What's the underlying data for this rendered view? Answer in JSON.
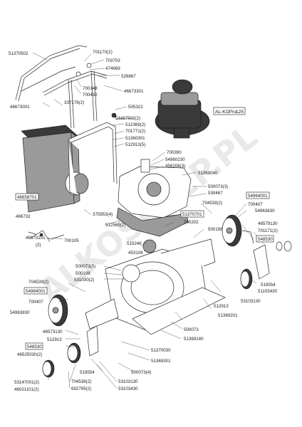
{
  "watermark": "ALKOSKLEP.PL",
  "engine_label": "AL-KOPro",
  "engine_label_suffix": "125",
  "labels": [
    "51370502",
    "701170(2)",
    "703703",
    "474669",
    "526867",
    "700148",
    "700432",
    "46673301",
    "337176(2)",
    "46673001",
    "505322",
    "54467502(2)",
    "512369(2)",
    "701771(2)",
    "51360301",
    "512913(5)",
    "700390",
    "54960230",
    "456208(3)",
    "51369040",
    "500073(3)",
    "530467",
    "46658701",
    "375953(4)",
    "704539(2)",
    "54964001",
    "700407",
    "54963830",
    "466732",
    "512565(2)",
    "51370701",
    "700202",
    "500198",
    "46579130",
    "701171(2)",
    "548530",
    "46673101",
    "(2)",
    "700105",
    "515246",
    "453108",
    "519554",
    "500073(5)",
    "500198",
    "531030(2)",
    "51103430",
    "704539(2)",
    "54964001",
    "512913",
    "700407",
    "54963830",
    "51369201",
    "53103130",
    "46573130",
    "500073",
    "512913",
    "51369140",
    "548530",
    "46525030(2)",
    "51370030",
    "51369301",
    "519554",
    "500073(4)",
    "704538(2)",
    "53147001(2)",
    "53103130",
    "46021101(2)",
    "692795(2)",
    "53103430"
  ],
  "boxed_labels": [
    "46658701",
    "51370701",
    "54964001",
    "548530",
    "54964001",
    "548530"
  ]
}
